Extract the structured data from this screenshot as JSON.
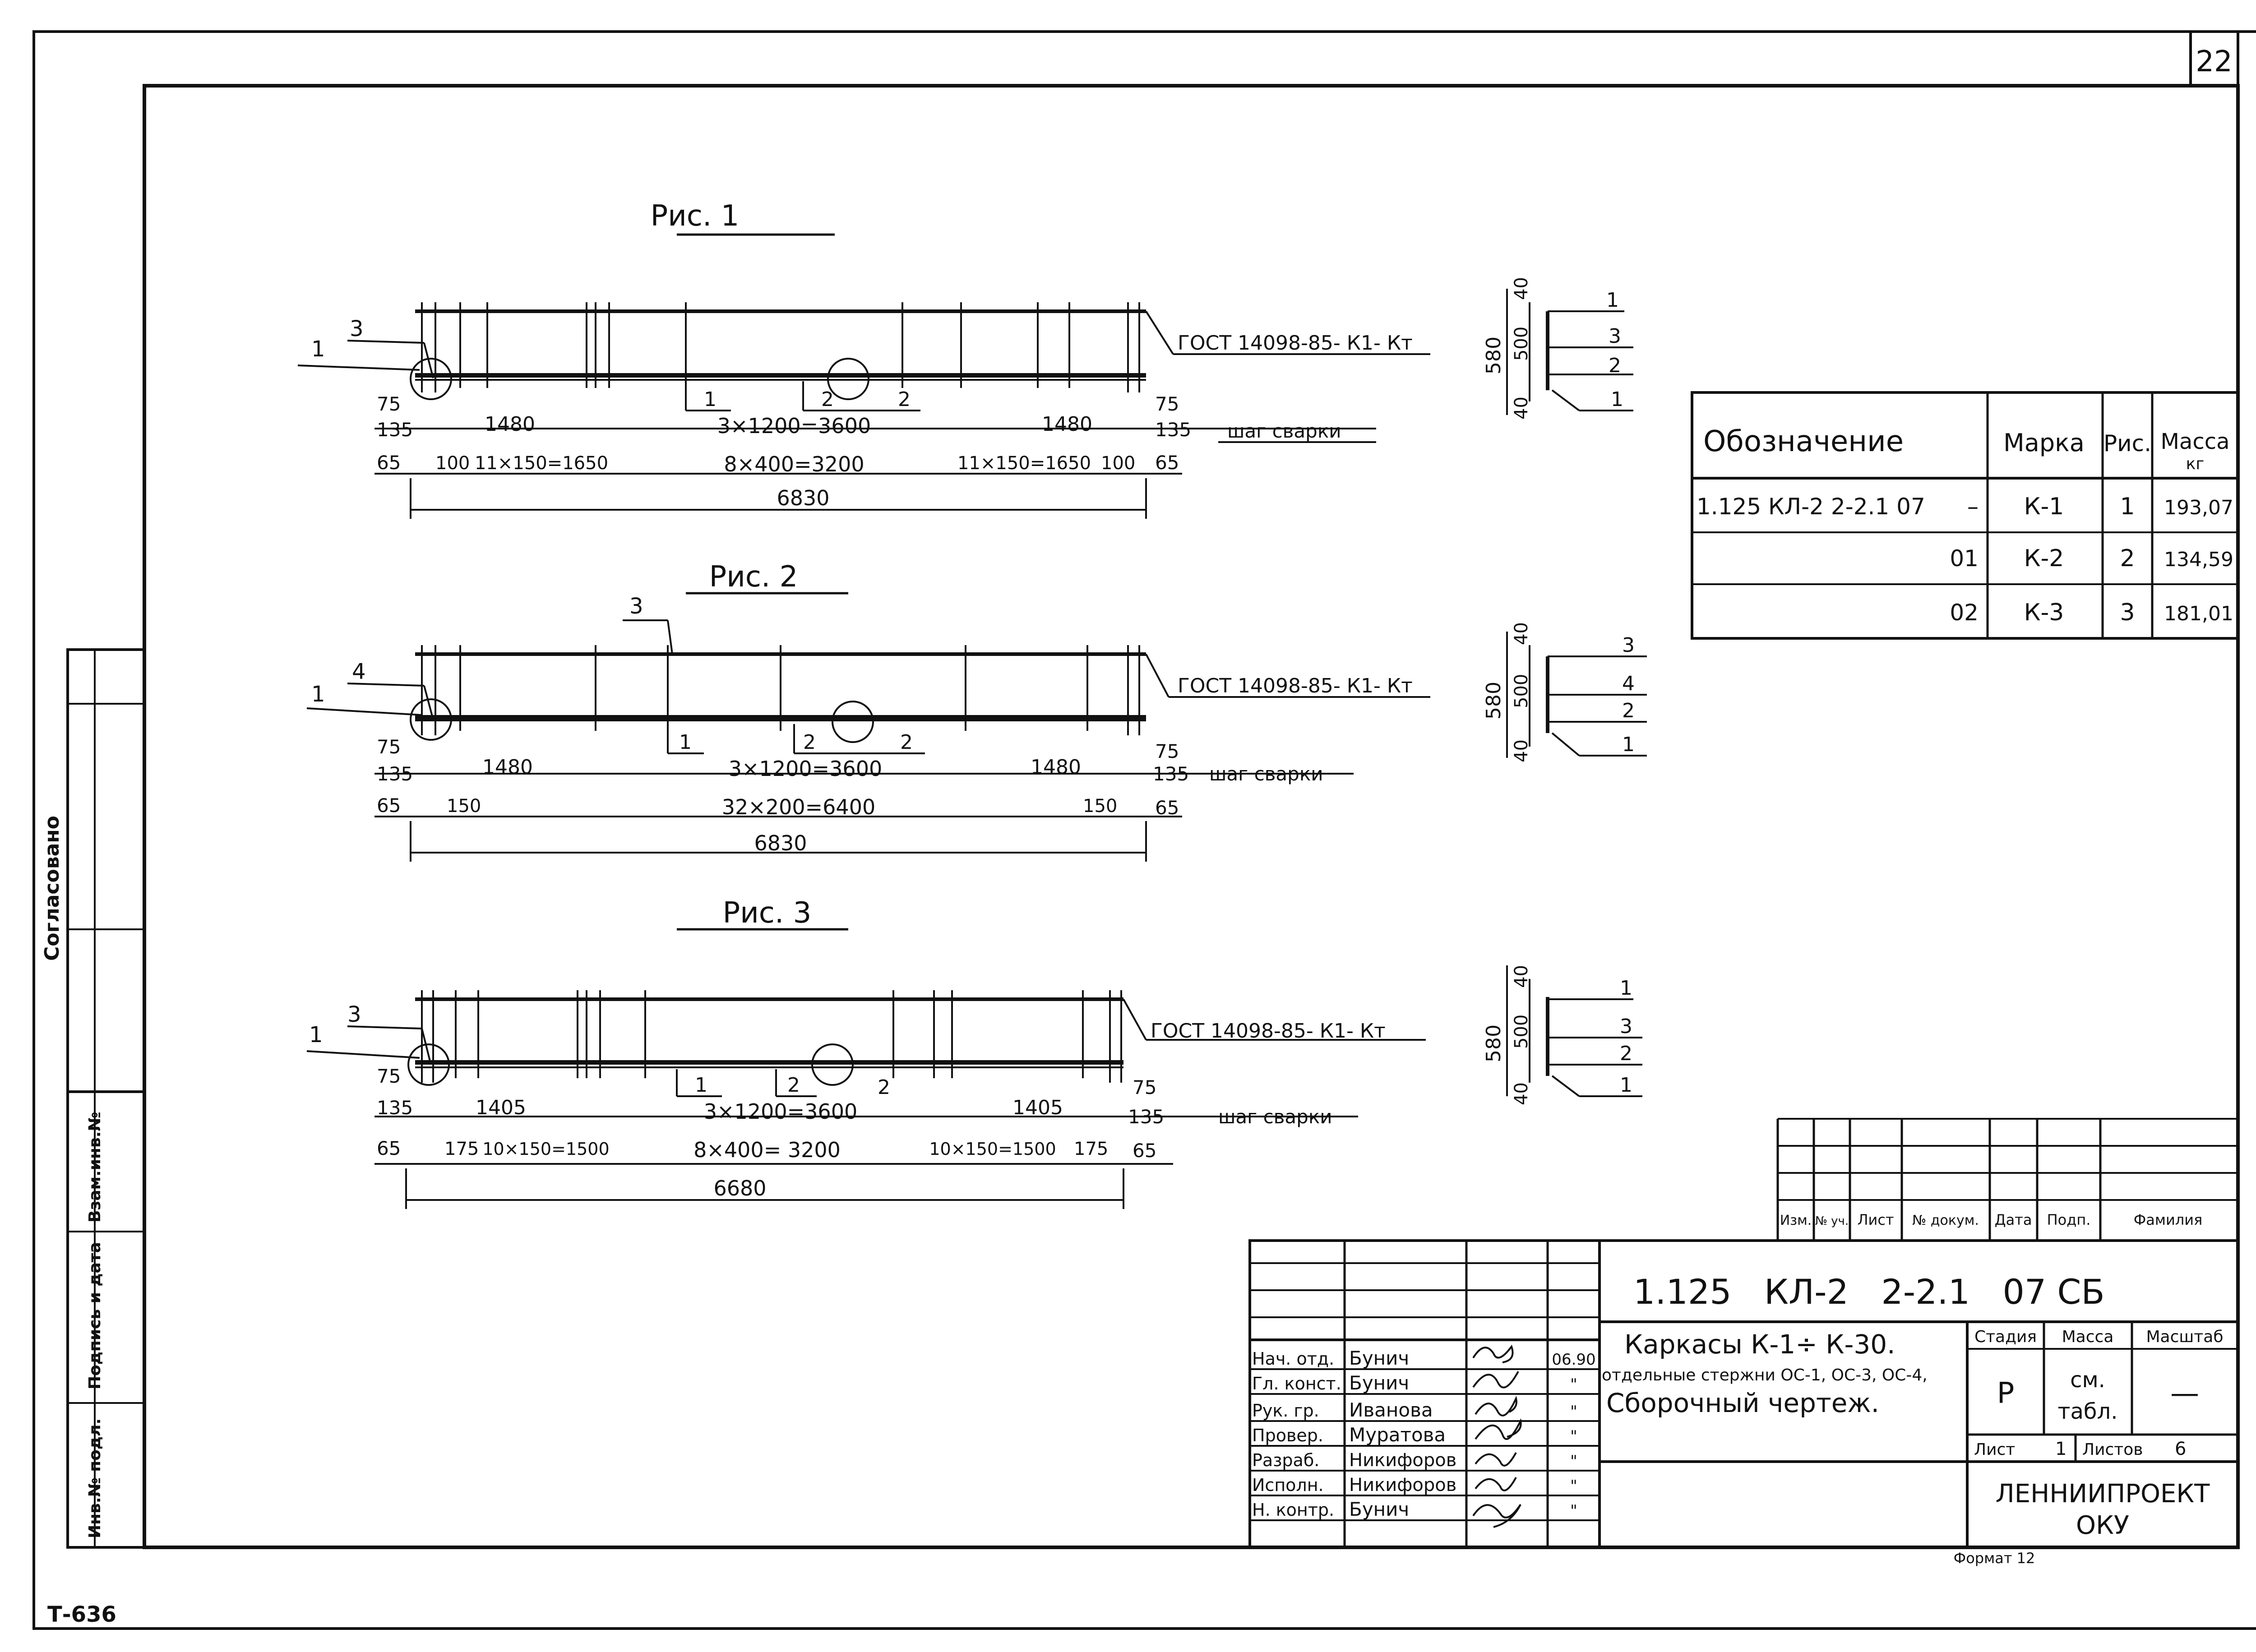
{
  "sheet": {
    "page_number": "22",
    "inventory_code": "Т-636",
    "format_label": "Формат 12"
  },
  "side_stamp": {
    "approved_label": "Согласовано",
    "replaces_inv_label": "Взам.инв.№",
    "sign_date_label": "Подпись и дата",
    "inv_original_label": "Инв.№ подл."
  },
  "figures": [
    {
      "title": "Рис. 1",
      "gost_label": "ГОСТ 14098-85- К1- Кт",
      "weld_step_label": "шаг сварки",
      "callouts": {
        "c1": "1",
        "c3": "3",
        "m1": "1",
        "m2a": "2",
        "m2b": "2"
      },
      "row1": {
        "lead_a": "75",
        "lead_b": "135",
        "left": "1480",
        "mid": "3×1200=3600",
        "right": "1480",
        "tail_a": "75",
        "tail_b": "135"
      },
      "row2": {
        "lead": "65",
        "a": "100",
        "b": "11×150=1650",
        "c": "8×400=3200",
        "d": "11×150=1650",
        "e": "100",
        "tail": "65"
      },
      "total": "6830",
      "section": {
        "top": "40",
        "height": "580",
        "inner": "500",
        "bottom": "40",
        "marks": [
          "1",
          "3",
          "2",
          "1"
        ]
      }
    },
    {
      "title": "Рис. 2",
      "gost_label": "ГОСТ 14098-85- К1- Кт",
      "weld_step_label": "шаг сварки",
      "callouts": {
        "c1": "1",
        "c3": "4",
        "c_top": "3",
        "m1": "1",
        "m2a": "2",
        "m2b": "2"
      },
      "row1": {
        "lead_a": "75",
        "lead_b": "135",
        "left": "1480",
        "mid": "3×1200=3600",
        "right": "1480",
        "tail_a": "75",
        "tail_b": "135"
      },
      "row2": {
        "lead": "65",
        "a": "150",
        "c": "32×200=6400",
        "e": "150",
        "tail": "65"
      },
      "total": "6830",
      "section": {
        "top": "40",
        "height": "580",
        "inner": "500",
        "bottom": "40",
        "marks": [
          "3",
          "4",
          "2",
          "1"
        ]
      }
    },
    {
      "title": "Рис. 3",
      "gost_label": "ГОСТ 14098-85- К1- Кт",
      "weld_step_label": "шаг сварки",
      "callouts": {
        "c1": "1",
        "c3": "3",
        "m1": "1",
        "m2a": "2",
        "m2b": "2"
      },
      "row1": {
        "lead_a": "75",
        "lead_b": "135",
        "left": "1405",
        "mid": "3×1200=3600",
        "right": "1405",
        "tail_a": "75",
        "tail_b": "135"
      },
      "row2": {
        "lead": "65",
        "a": "175",
        "b": "10×150=1500",
        "c": "8×400= 3200",
        "d": "10×150=1500",
        "e": "175",
        "tail": "65"
      },
      "total": "6680",
      "section": {
        "top": "40",
        "height": "580",
        "inner": "500",
        "bottom": "40",
        "marks": [
          "1",
          "3",
          "2",
          "1"
        ]
      }
    }
  ],
  "spec_table": {
    "headers": {
      "designation": "Обозначение",
      "mark": "Марка",
      "fig": "Рис.",
      "mass": "Масса",
      "mass_unit": "кг"
    },
    "rows": [
      {
        "designation": "1.125 КЛ-2 2-2.1 07",
        "suffix": "–",
        "mark": "К-1",
        "fig": "1",
        "mass": "193,07"
      },
      {
        "designation": "",
        "suffix": "01",
        "mark": "К-2",
        "fig": "2",
        "mass": "134,59"
      },
      {
        "designation": "",
        "suffix": "02",
        "mark": "К-3",
        "fig": "3",
        "mass": "181,01"
      }
    ]
  },
  "title_block": {
    "revision_headers": [
      "Изм.",
      "№ уч.",
      "Лист",
      "№ докум.",
      "Дата",
      "Подп.",
      "Фамилия"
    ],
    "doc_code": "1.125   КЛ-2   2-2.1   07 СБ",
    "title_line1": "Каркасы К-1÷ К-30.",
    "title_line2": "отдельные стержни ОС-1, ОС-3, ОС-4,",
    "title_line3": "Сборочный чертеж.",
    "stage_label": "Стадия",
    "mass_label": "Масса",
    "scale_label": "Масштаб",
    "stage_value": "Р",
    "mass_value_1": "см.",
    "mass_value_2": "табл.",
    "scale_value": "—",
    "sheet_label": "Лист",
    "sheet_value": "1",
    "sheets_label": "Листов",
    "sheets_value": "6",
    "org_line1": "ЛЕННИИПРОЕКТ",
    "org_line2": "ОКУ",
    "signers": [
      {
        "role": "Нач. отд.",
        "name": "Бунич",
        "date": "06.90"
      },
      {
        "role": "Гл. конст.",
        "name": "Бунич",
        "date": "\""
      },
      {
        "role": "Рук. гр.",
        "name": "Иванова",
        "date": "\""
      },
      {
        "role": "Провер.",
        "name": "Муратова",
        "date": "\""
      },
      {
        "role": "Разраб.",
        "name": "Никифоров",
        "date": "\""
      },
      {
        "role": "Исполн.",
        "name": "Никифоров",
        "date": "\""
      },
      {
        "role": "Н. контр.",
        "name": "Бунич",
        "date": "\""
      }
    ]
  }
}
